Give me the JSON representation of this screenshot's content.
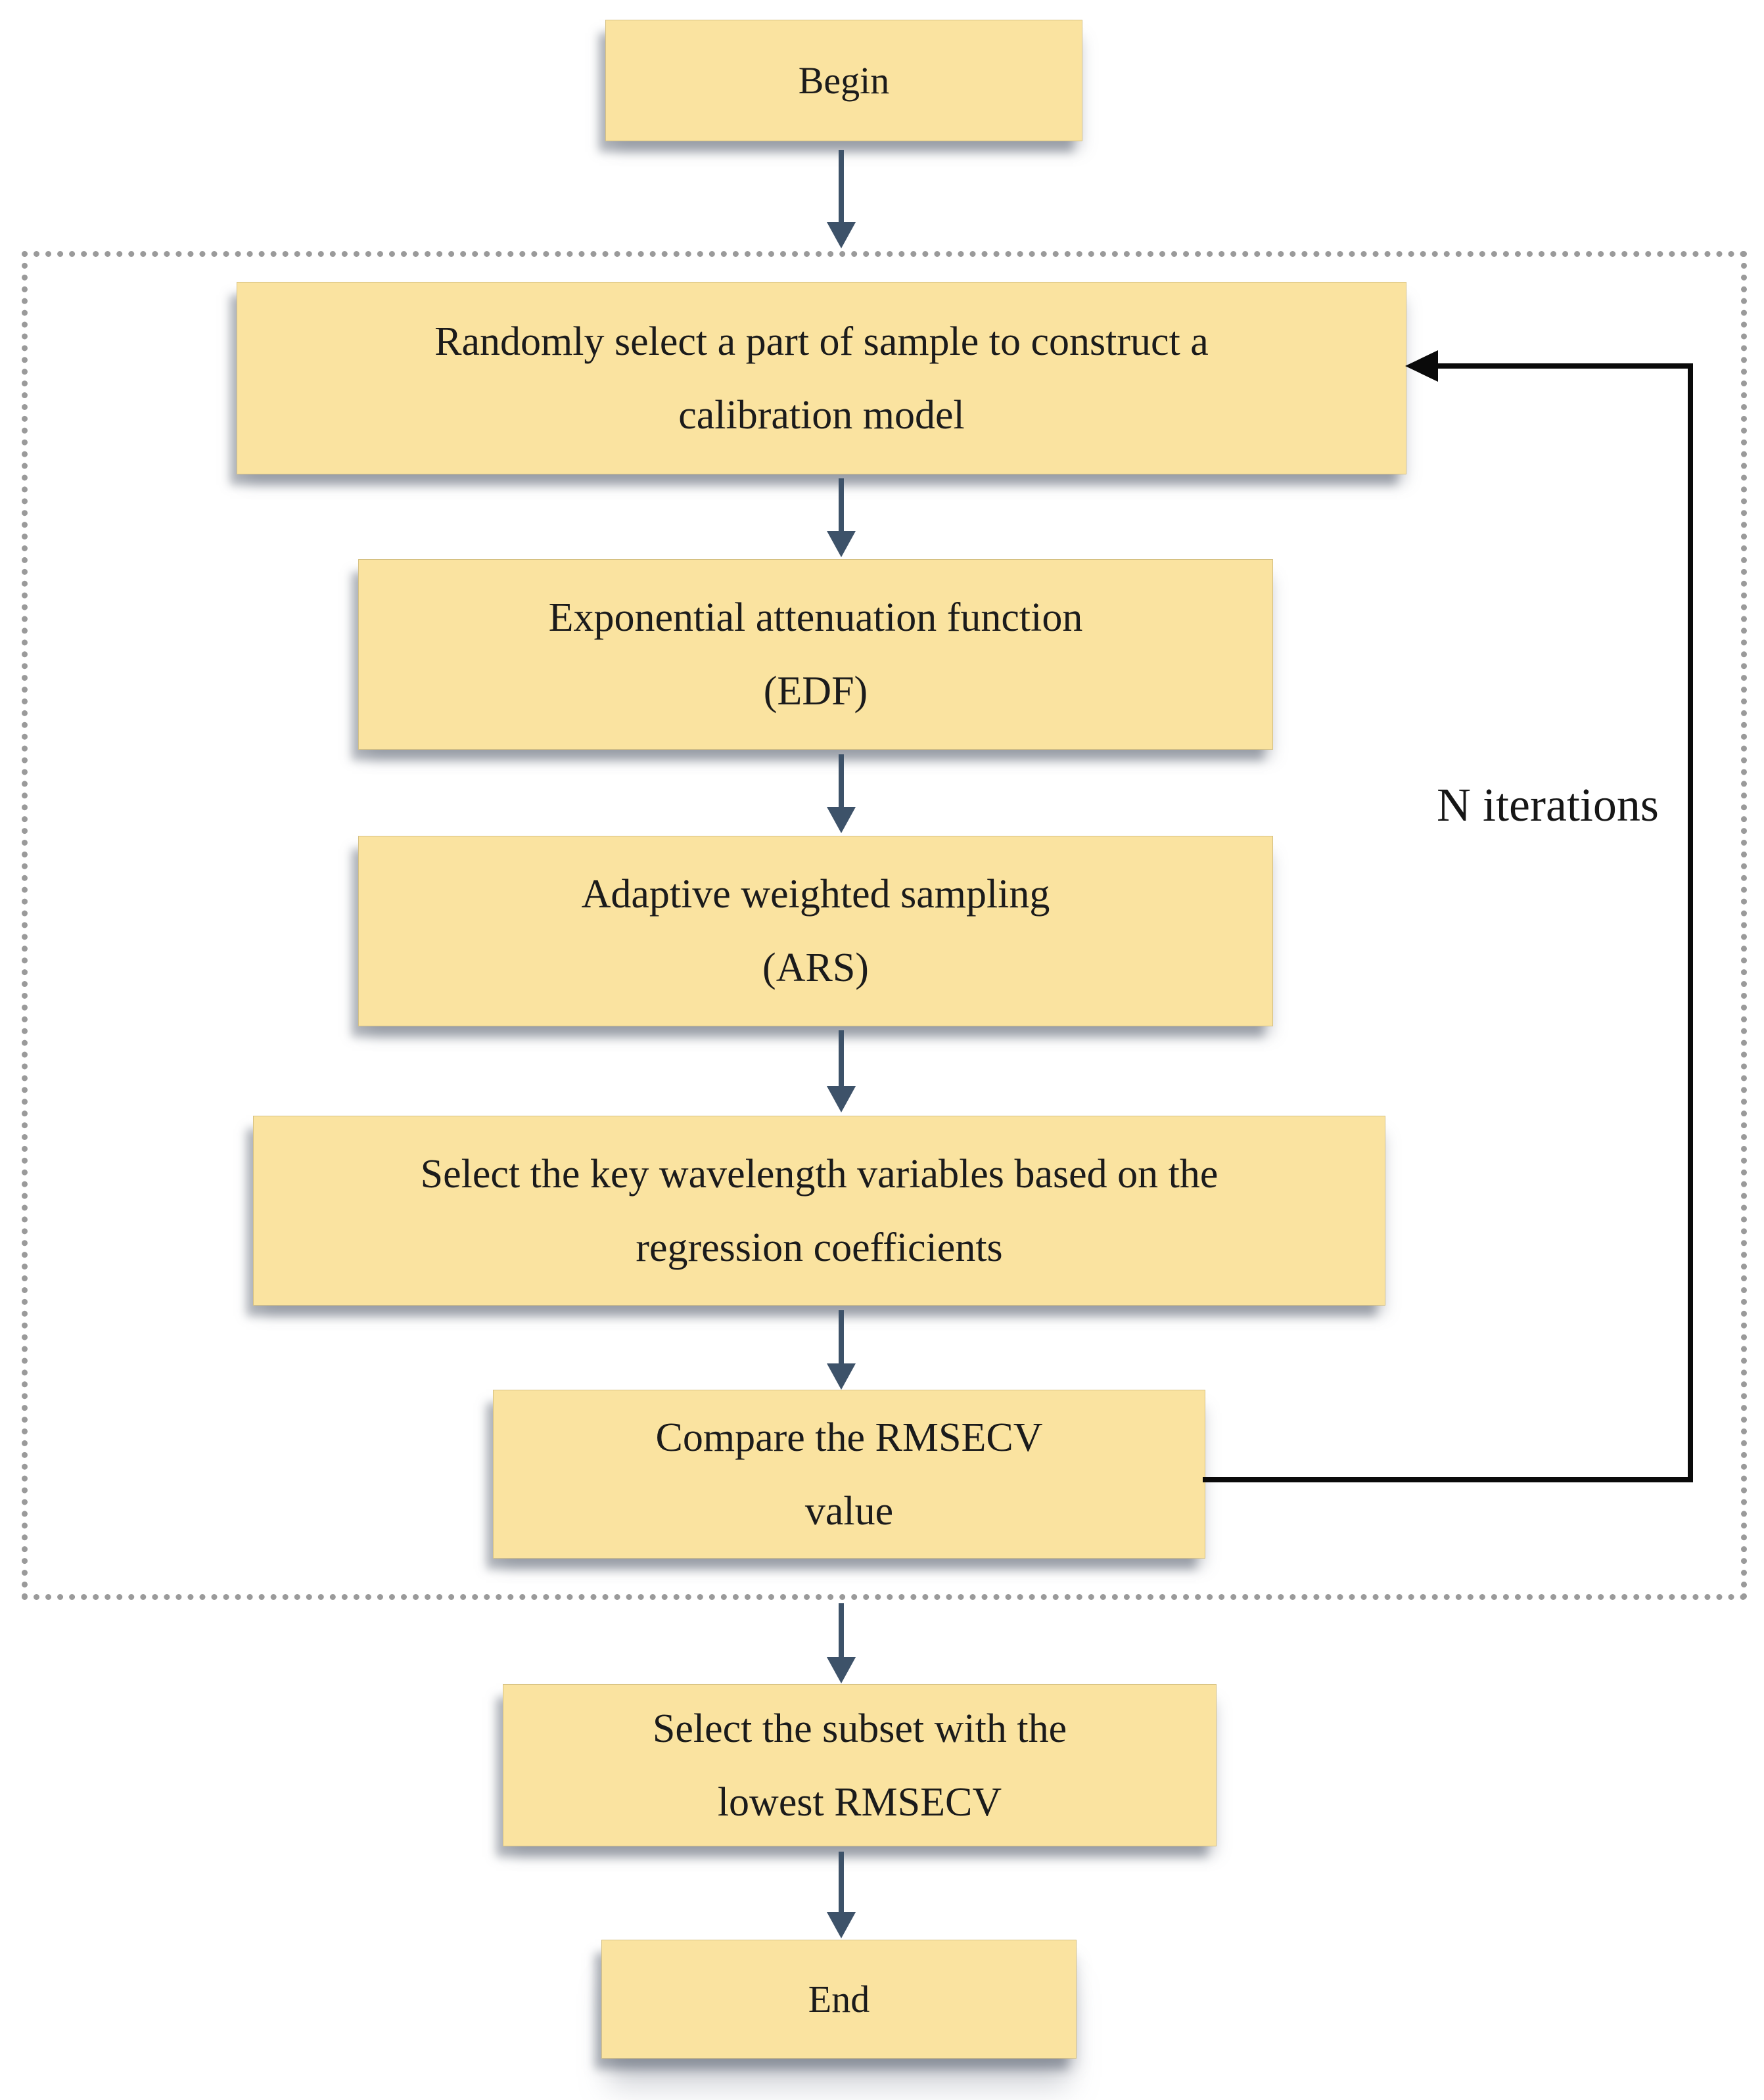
{
  "flowchart": {
    "begin": {
      "label": "Begin"
    },
    "loop_region": {
      "iterations_label": "N iterations",
      "steps": {
        "select_sample": {
          "line1": "Randomly select a part of sample to construct a",
          "line2": "calibration model"
        },
        "edf": {
          "line1": "Exponential attenuation function",
          "line2": "(EDF)"
        },
        "ars": {
          "line1": "Adaptive weighted sampling",
          "line2": "(ARS)"
        },
        "select_wavelengths": {
          "line1": "Select the key wavelength variables based on the",
          "line2": "regression coefficients"
        },
        "compare_rmsecv": {
          "line1": "Compare the RMSECV",
          "line2": "value"
        }
      }
    },
    "select_subset": {
      "line1": "Select the subset with the",
      "line2": "lowest RMSECV"
    },
    "end": {
      "label": "End"
    },
    "colors": {
      "box_fill": "#FAE3A0",
      "arrow_blue": "#3D5269",
      "loop_black": "#0A0A0A",
      "dotted_border": "#9A9A9A"
    }
  }
}
